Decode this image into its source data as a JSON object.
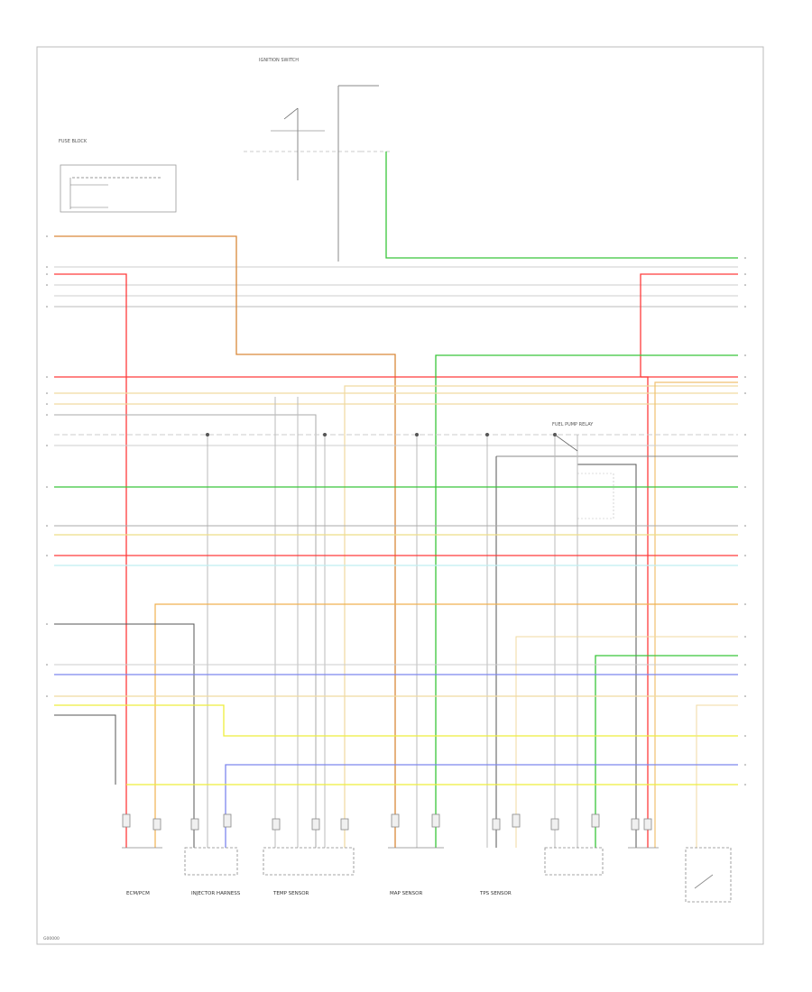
{
  "components": [
    "ECM/PCM",
    "FUEL PUMP RELAY",
    "INJECTOR HARNESS",
    "TEMP SENSOR",
    "FUSE BLOCK",
    "IGNITION SWITCH",
    "MAP SENSOR",
    "TPS SENSOR"
  ],
  "wire_colors": {
    "red": "#ff3b3b",
    "orange": "#d9893a",
    "green": "#39c53a",
    "yellow": "#eeee3c",
    "tan": "#f0d9a0",
    "blue": "#7d86ee",
    "cyan": "#bfeef0",
    "gray": "#aaaaaa",
    "black": "#444444"
  },
  "footer_code": "G00000"
}
